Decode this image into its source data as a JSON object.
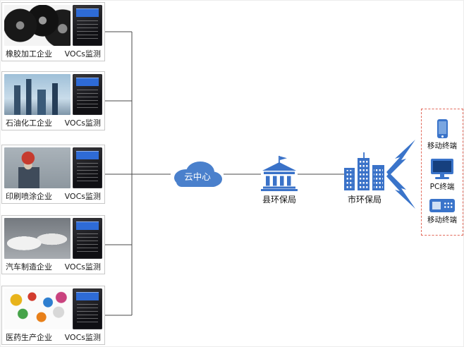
{
  "facilities": [
    {
      "label": "橡胶加工企业",
      "device": "VOCs监测",
      "photo": "tires-photo"
    },
    {
      "label": "石油化工企业",
      "device": "VOCs监测",
      "photo": "refinery-photo"
    },
    {
      "label": "印刷喷涂企业",
      "device": "VOCs监测",
      "photo": "spray-painting-photo"
    },
    {
      "label": "汽车制造企业",
      "device": "VOCs监测",
      "photo": "car-factory-photo"
    },
    {
      "label": "医药生产企业",
      "device": "VOCs监测",
      "photo": "pills-photo"
    }
  ],
  "cloud": {
    "label": "云中心"
  },
  "nodes": {
    "county": {
      "label": "县环保局",
      "icon": "government-building-icon"
    },
    "city": {
      "label": "市环保局",
      "icon": "city-buildings-icon"
    }
  },
  "terminals": [
    {
      "label": "移动终端",
      "icon": "phone-icon"
    },
    {
      "label": "PC终端",
      "icon": "monitor-icon"
    },
    {
      "label": "移动终端",
      "icon": "handheld-icon"
    }
  ],
  "colors": {
    "accent_blue": "#3a74ca",
    "cloud_blue": "#4a80cc",
    "line_gray": "#4a4a4a",
    "terminal_panel_dashed": "#e2695a",
    "device_black": "#141418",
    "device_screen_blue": "#2e6bd6"
  }
}
